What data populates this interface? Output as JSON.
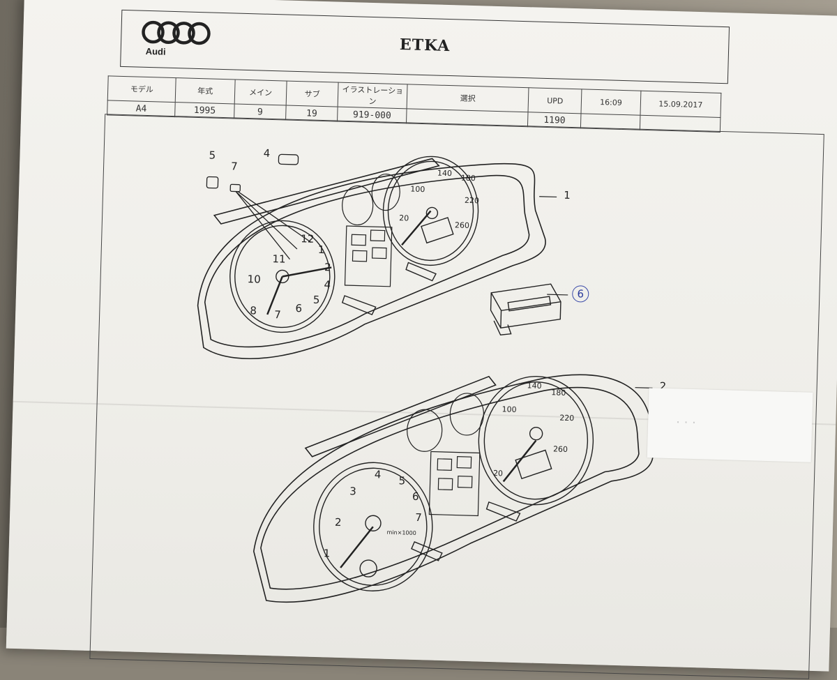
{
  "header": {
    "logo_text": "Audi",
    "title": "ETKA"
  },
  "info": {
    "headers": [
      "モデル",
      "年式",
      "メイン",
      "サブ",
      "イラストレーション",
      "選択",
      "UPD"
    ],
    "values": [
      "A4",
      "1995",
      "9",
      "19",
      "919-000",
      "",
      "1190"
    ],
    "time": "16:09",
    "date": "15.09.2017"
  },
  "callouts": {
    "c1": "1",
    "c2": "2",
    "c4": "4",
    "c5": "5",
    "c6": "6",
    "c7": "7"
  },
  "cluster1": {
    "speed_ticks": [
      "20",
      "100",
      "140",
      "180",
      "220",
      "260"
    ],
    "clock_ticks": [
      "12",
      "1",
      "2",
      "4",
      "5",
      "6",
      "7",
      "8",
      "10",
      "11"
    ]
  },
  "cluster2": {
    "speed_ticks": [
      "20",
      "100",
      "140",
      "180",
      "220",
      "260"
    ],
    "rpm_ticks": [
      "1",
      "2",
      "3",
      "4",
      "5",
      "6",
      "7"
    ],
    "rpm_unit": "min×1000"
  },
  "sticker": {
    "note": "· · ·"
  },
  "colors": {
    "ink": "#222222",
    "paper": "#f2f1ec"
  }
}
